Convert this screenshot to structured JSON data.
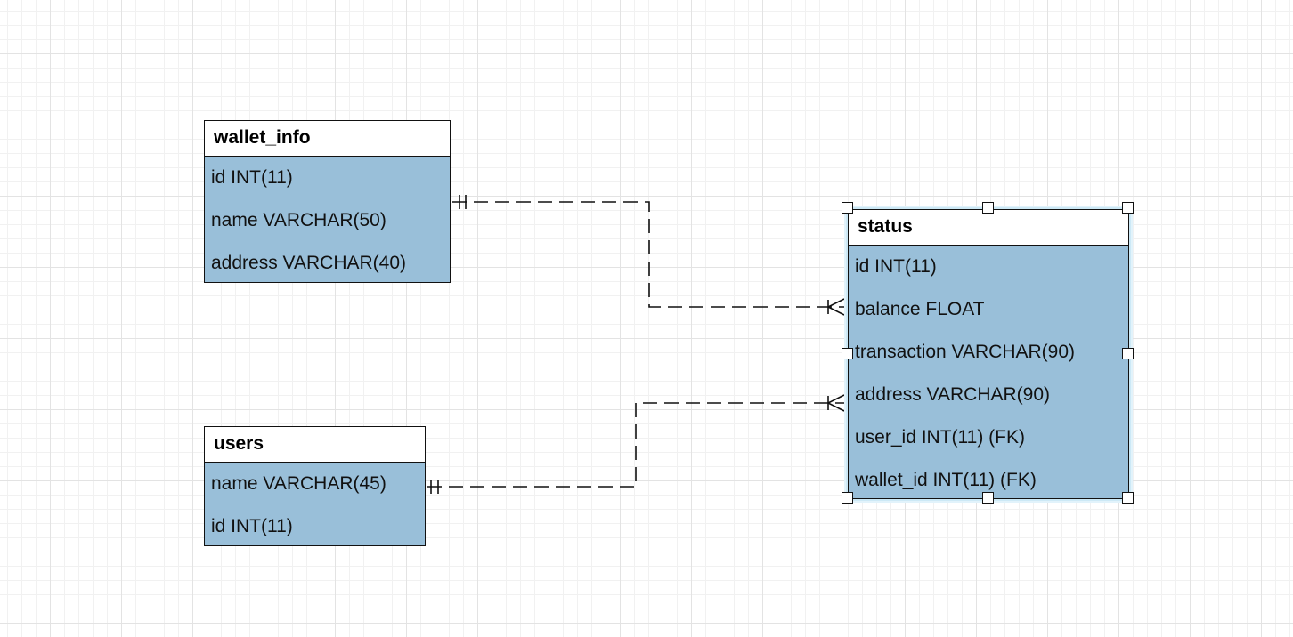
{
  "entities": {
    "wallet_info": {
      "title": "wallet_info",
      "fields": [
        "id INT(11)",
        "name VARCHAR(50)",
        "address VARCHAR(40)"
      ]
    },
    "users": {
      "title": "users",
      "fields": [
        "name VARCHAR(45)",
        "id INT(11)"
      ]
    },
    "status": {
      "title": "status",
      "fields": [
        "id INT(11)",
        "balance FLOAT",
        "transaction VARCHAR(90)",
        "address VARCHAR(90)",
        "user_id INT(11) (FK)",
        "wallet_id INT(11) (FK)"
      ]
    }
  },
  "relationships": [
    {
      "from": "wallet_info",
      "to": "status",
      "from_cardinality": "one",
      "to_cardinality": "many"
    },
    {
      "from": "users",
      "to": "status",
      "from_cardinality": "one",
      "to_cardinality": "many"
    }
  ],
  "colors": {
    "entity_body": "#99bfd9",
    "entity_header": "#ffffff",
    "border": "#111111",
    "selection_glow": "#cde9f6"
  }
}
